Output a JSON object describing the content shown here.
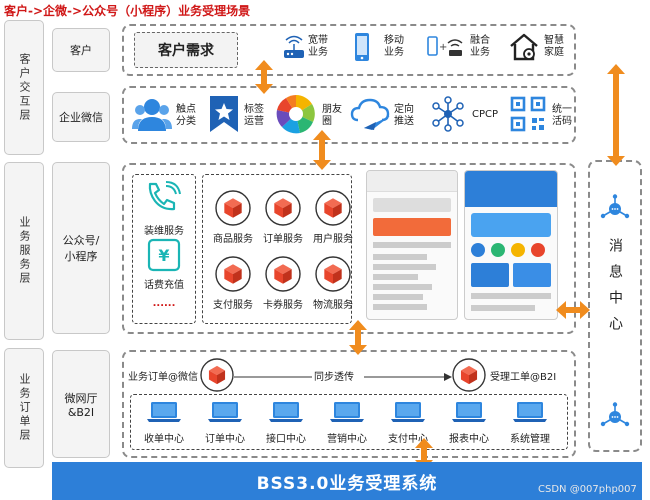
{
  "title": "客户->企微->公众号（小程序）业务受理场景",
  "layers": {
    "customer_interaction": "客户交互层",
    "business_service": "业务服务层",
    "business_order": "业务订单层"
  },
  "rows": {
    "customer": "客户",
    "wecom": "企业微信",
    "official_account": "公众号/小程序",
    "micro_hall": "微网厅&B2I"
  },
  "customer_row": {
    "demand": "客户需求",
    "items": [
      {
        "label": "宽带业务",
        "icon": "router-icon"
      },
      {
        "label": "移动业务",
        "icon": "mobile-icon"
      },
      {
        "label": "融合业务",
        "icon": "fusion-icon"
      },
      {
        "label": "智慧家庭",
        "icon": "smart-home-icon"
      }
    ]
  },
  "wecom_row": {
    "items": [
      {
        "label": "触点分类",
        "icon": "users-icon"
      },
      {
        "label": "标签运营",
        "icon": "tag-icon"
      },
      {
        "label": "朋友圈",
        "icon": "moments-icon"
      },
      {
        "label": "定向推送",
        "icon": "cloud-send-icon"
      },
      {
        "label": "CPCP",
        "icon": "network-icon"
      },
      {
        "label": "统一活码",
        "icon": "qrcode-icon"
      }
    ]
  },
  "service_row": {
    "left_items": [
      {
        "label": "装维服务",
        "icon": "phone-service-icon"
      },
      {
        "label": "话费充值",
        "icon": "yen-card-icon"
      }
    ],
    "ellipsis": "......",
    "services": [
      "商品服务",
      "订单服务",
      "用户服务",
      "支付服务",
      "卡券服务",
      "物流服务"
    ]
  },
  "order_row": {
    "left_label": "业务订单@微信",
    "sync_label": "同步透传",
    "right_label": "受理工单@B2I",
    "centers": [
      "收单中心",
      "订单中心",
      "接口中心",
      "营销中心",
      "支付中心",
      "报表中心",
      "系统管理"
    ]
  },
  "message_center": "消息中心",
  "bss": "BSS3.0业务受理系统",
  "watermark": "CSDN @007php007",
  "colors": {
    "title": "#d01818",
    "arrow": "#f08c1e",
    "cube": "#e8452c",
    "blue": "#2d7fd8",
    "laptop": "#2e86de"
  }
}
